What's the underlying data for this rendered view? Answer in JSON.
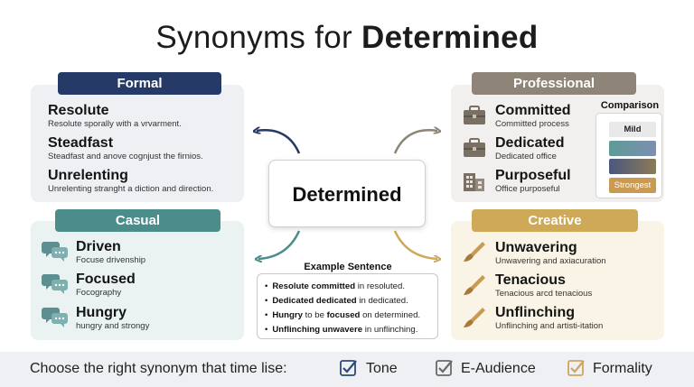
{
  "title": {
    "prefix": "Synonyms for",
    "bold": "Determined"
  },
  "center": {
    "word": "Determined"
  },
  "formal": {
    "label": "Formal",
    "items": [
      {
        "word": "Resolute",
        "desc": "Resolute sporally with a vrvarment."
      },
      {
        "word": "Steadfast",
        "desc": "Steadfast and anove cognjust the firnios."
      },
      {
        "word": "Unrelenting",
        "desc": "Unrelenting stranght a diction and direction."
      }
    ]
  },
  "casual": {
    "label": "Casual",
    "items": [
      {
        "word": "Driven",
        "desc": "Focuse drivenship",
        "icon": "chat-bubbles-icon"
      },
      {
        "word": "Focused",
        "desc": "Focography",
        "icon": "chat-bubbles-icon"
      },
      {
        "word": "Hungry",
        "desc": "hungry and strongy",
        "icon": "chat-bubbles-icon"
      }
    ]
  },
  "professional": {
    "label": "Professional",
    "items": [
      {
        "word": "Committed",
        "desc": "Committed process",
        "icon": "briefcase-icon"
      },
      {
        "word": "Dedicated",
        "desc": "Dedicated office",
        "icon": "briefcase-icon"
      },
      {
        "word": "Purposeful",
        "desc": "Office purposeful",
        "icon": "office-building-icon"
      }
    ]
  },
  "creative": {
    "label": "Creative",
    "items": [
      {
        "word": "Unwavering",
        "desc": "Unwavering and axiacuration",
        "icon": "paintbrush-icon"
      },
      {
        "word": "Tenacious",
        "desc": "Tenacious arcd tenacious",
        "icon": "paintbrush-icon"
      },
      {
        "word": "Unflinching",
        "desc": "Unflinching and artisti-itation",
        "icon": "paintbrush-icon"
      }
    ]
  },
  "comparison": {
    "title": "Comparison",
    "mild": "Mild",
    "strongest": "Strongest"
  },
  "example": {
    "title": "Example Sentence",
    "lines": [
      {
        "bold": "Resolute committed",
        "rest": " in resoluted."
      },
      {
        "bold": "Dedicated dedicated",
        "rest": " in dedicated."
      },
      {
        "bold": "Hungry",
        "mid": " to be ",
        "bold2": "focused",
        "rest": " on determined."
      },
      {
        "bold": "Unflinching unwavere",
        "rest": " in unflinching."
      }
    ]
  },
  "footer": {
    "text": "Choose the right synonym that time lise:",
    "checks": [
      {
        "label": "Tone",
        "color": "#2d4a78"
      },
      {
        "label": "E-Audience",
        "color": "#6a6a6a"
      },
      {
        "label": "Formality",
        "color": "#d0a45a"
      }
    ]
  },
  "colors": {
    "formal": "#253a66",
    "casual": "#4b8d8a",
    "professional": "#8e8478",
    "creative": "#cfa957"
  }
}
